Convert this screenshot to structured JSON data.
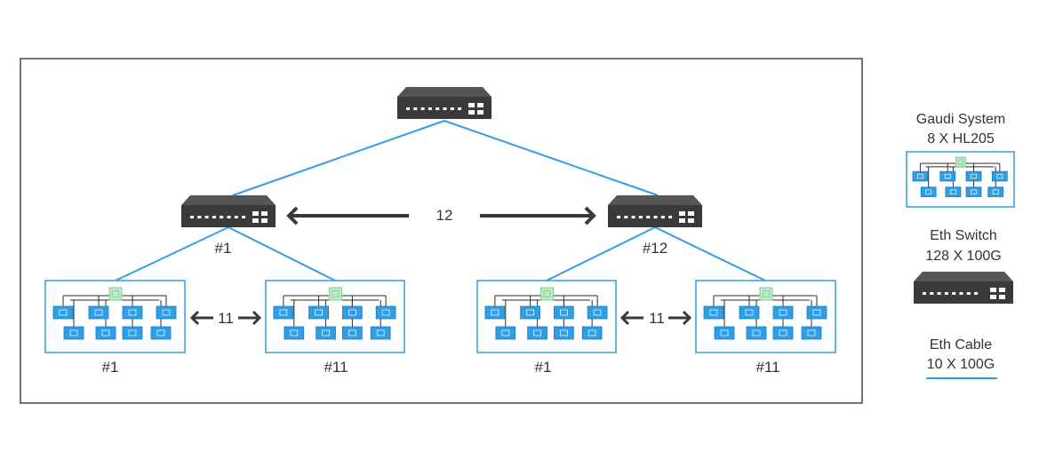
{
  "colors": {
    "cable": "#2e9ee6",
    "switch_body": "#3a3a3a",
    "switch_top": "#555555",
    "frame": "#33475b",
    "gpu": "#2e9ee6",
    "gpu_border": "#137ac2",
    "hub": "#bfe9c9",
    "hub_border": "#7bcf8f",
    "text": "#333333"
  },
  "diagram": {
    "spine_count_label": "12",
    "leaf_labels": {
      "left": "#1",
      "right": "#12"
    },
    "system_count_label": "11",
    "system_labels": [
      "#1",
      "#11",
      "#1",
      "#11"
    ]
  },
  "legend": {
    "gaudi_title": "Gaudi System",
    "gaudi_detail": "8 X HL205",
    "switch_title": "Eth Switch",
    "switch_detail": "128 X 100G",
    "cable_title": "Eth Cable",
    "cable_detail": "10 X 100G"
  },
  "icons": {
    "switch": "ethernet-switch-icon",
    "system": "gaudi-system-icon",
    "arrow": "double-arrow-icon"
  }
}
